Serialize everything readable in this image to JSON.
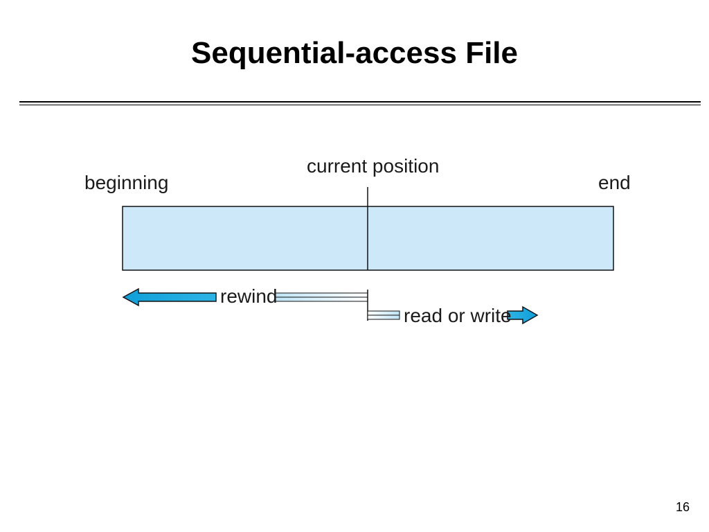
{
  "slide": {
    "title": "Sequential-access File",
    "page_number": "16"
  },
  "diagram": {
    "labels": {
      "beginning": "beginning",
      "current_position": "current position",
      "end": "end",
      "rewind": "rewind",
      "read_or_write": "read or write"
    },
    "colors": {
      "file_fill": "#cde9f9",
      "arrow_fill": "#1aa7dd",
      "arrow_stroke": "#111111",
      "line_stroke": "#111111"
    },
    "current_position_fraction": 0.5
  }
}
